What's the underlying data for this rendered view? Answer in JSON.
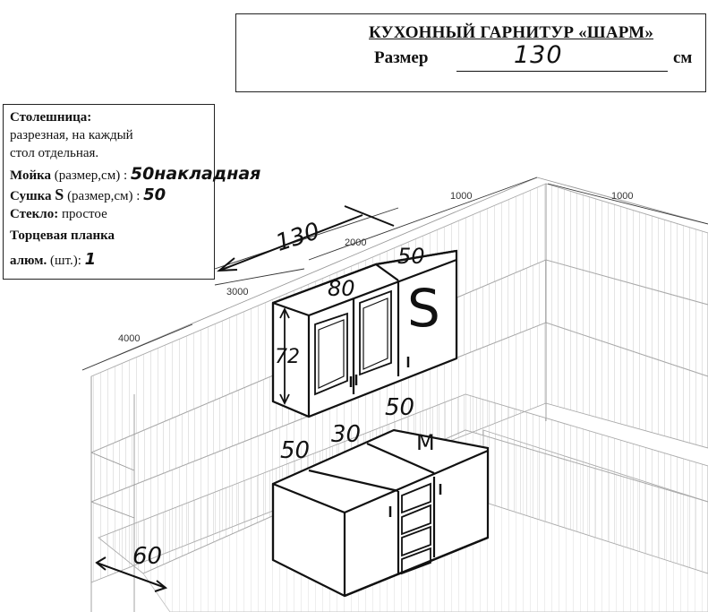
{
  "header": {
    "title": "КУХОННЫЙ ГАРНИТУР «ШАРМ»",
    "size_label": "Размер",
    "size_value": "130",
    "size_unit": "см"
  },
  "spec": {
    "countertop_label": "Столешница:",
    "countertop_text_1": "разрезная, на каждый",
    "countertop_text_2": "стол отдельная.",
    "sink_label": "Мойка",
    "sink_hint": "(размер,см) :",
    "sink_value": "50накладная",
    "dryer_label": "Сушка",
    "dryer_symbol": "S",
    "dryer_hint": "(размер,см) :",
    "dryer_value": "50",
    "glass_label": "Стекло:",
    "glass_value": "простое",
    "endbar_label_1": "Торцевая планка",
    "endbar_label_2": "алюм.",
    "endbar_hint": "(шт.):",
    "endbar_value": "1"
  },
  "grid_dimensions": {
    "d1000a": "1000",
    "d1000b": "1000",
    "d2000": "2000",
    "d3000": "3000",
    "d4000": "4000"
  },
  "handwritten": {
    "total_length": "130",
    "upper_width_left": "80",
    "upper_width_right": "50",
    "upper_right_letter": "S",
    "upper_height": "72",
    "lower_width_1": "50",
    "lower_width_2": "30",
    "lower_width_3": "50",
    "lower_right_letter": "М",
    "depth": "60"
  }
}
